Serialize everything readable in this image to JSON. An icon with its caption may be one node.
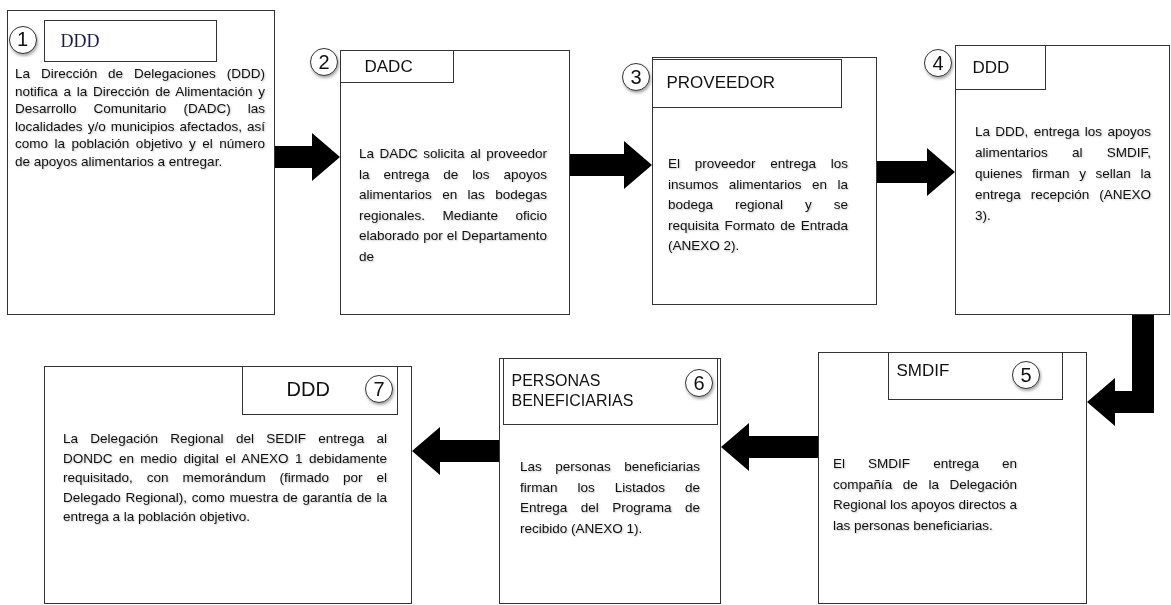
{
  "diagram": {
    "nodes": [
      {
        "text": [
          "La Dirección de Delegaciones (DDD) notifica a la Dirección de Alimentación y Desarrollo Comunitario (DADC) las localidades y/o municipios afectados, así como la población objetivo y el número de apoyos alimentarios a entregar."
        ]
      },
      {
        "text": [
          "DDD"
        ],
        "in": 0
      },
      {
        "text": [
          "1"
        ],
        "in": 0
      },
      {
        "text": [
          "La DADC solicita al proveedor la entrega de los apoyos alimentarios en las bodegas regionales. Mediante oficio elaborado por el Departamento de"
        ]
      },
      {
        "text": [
          "DADC"
        ],
        "in": 3
      },
      {
        "text": [
          "2"
        ]
      },
      {
        "text": [
          "El proveedor entrega los insumos alimentarios en la bodega regional y se requisita Formato de Entrada (ANEXO 2)."
        ]
      },
      {
        "text": [
          "PROVEEDOR"
        ],
        "in": 6
      },
      {
        "text": [
          "3"
        ]
      },
      {
        "text": [
          "La DDD, entrega los apoyos alimentarios al SMDIF, quienes firman y sellan la entrega recepción (ANEXO 3)."
        ]
      },
      {
        "text": [
          "DDD"
        ],
        "in": 9
      },
      {
        "text": [
          "4"
        ]
      },
      {
        "text": [
          "El SMDIF entrega en compañía de la Delegación Regional los apoyos directos a las personas beneficiarias."
        ]
      },
      {
        "text": [
          "SMDIF"
        ],
        "in": 12
      },
      {
        "text": [
          "5"
        ],
        "in": 13
      },
      {
        "text": [
          "Las personas beneficiarias firman los Listados de Entrega del Programa de recibido (ANEXO 1)."
        ]
      },
      {
        "text": [
          "PERSONAS BENEFICIARIAS"
        ],
        "in": 15
      },
      {
        "text": [
          "6"
        ],
        "in": 16
      },
      {
        "text": [
          "La Delegación Regional del SEDIF entrega al DONDC en medio digital el ANEXO 1 debidamente requisitado, con memorándum (firmado por el Delegado Regional), como muestra de garantía de la entrega a la población objetivo."
        ]
      },
      {
        "text": [
          "DDD"
        ],
        "in": 18
      },
      {
        "text": [
          "7"
        ],
        "in": 19
      }
    ],
    "edges": [
      {
        "from": 0,
        "to": 3,
        "arrow": "to",
        "style": "thick"
      },
      {
        "from": 3,
        "to": 6,
        "arrow": "to",
        "style": "thick"
      },
      {
        "from": 6,
        "to": 9,
        "arrow": "to",
        "style": "thick"
      },
      {
        "from": 9,
        "to": 12,
        "arrow": "to",
        "style": "thick"
      },
      {
        "from": 12,
        "to": 15,
        "arrow": "to",
        "style": "thick"
      },
      {
        "from": 15,
        "to": 18,
        "arrow": "to",
        "style": "thick"
      }
    ]
  }
}
